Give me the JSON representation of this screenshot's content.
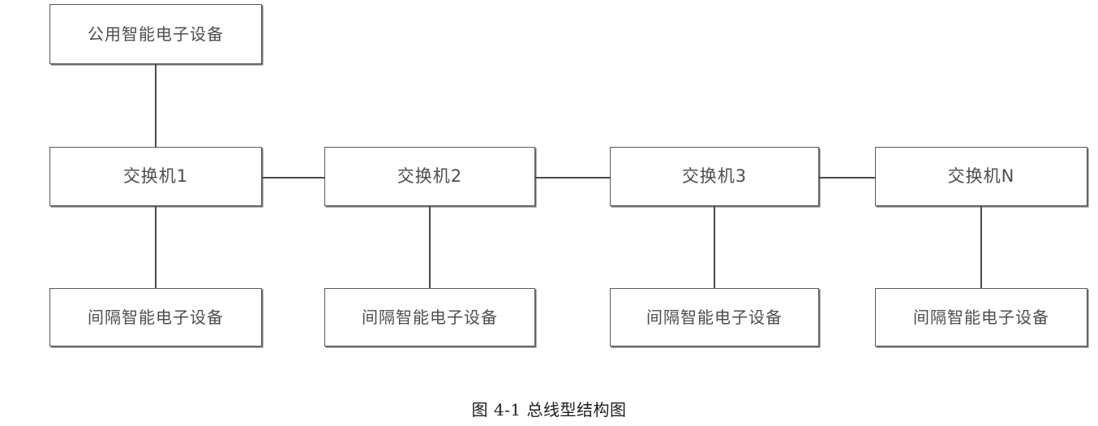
{
  "diagram": {
    "title_caption": "图 4-1 总线型结构图",
    "station_node": {
      "label": "公用智能电子设备"
    },
    "switches": [
      {
        "label": "交换机1"
      },
      {
        "label": "交换机2"
      },
      {
        "label": "交换机3"
      },
      {
        "label": "交换机N"
      }
    ],
    "bay_devices": [
      {
        "label": "间隔智能电子设备"
      },
      {
        "label": "间隔智能电子设备"
      },
      {
        "label": "间隔智能电子设备"
      },
      {
        "label": "间隔智能电子设备"
      }
    ],
    "colors": {
      "background": "#ffffff",
      "box_border": "#5a5a5a",
      "box_shadow": "#6e6e6e",
      "line": "#4a4a4a",
      "box_text": "#4d4d4d",
      "caption_text": "#1c1c1c"
    }
  }
}
